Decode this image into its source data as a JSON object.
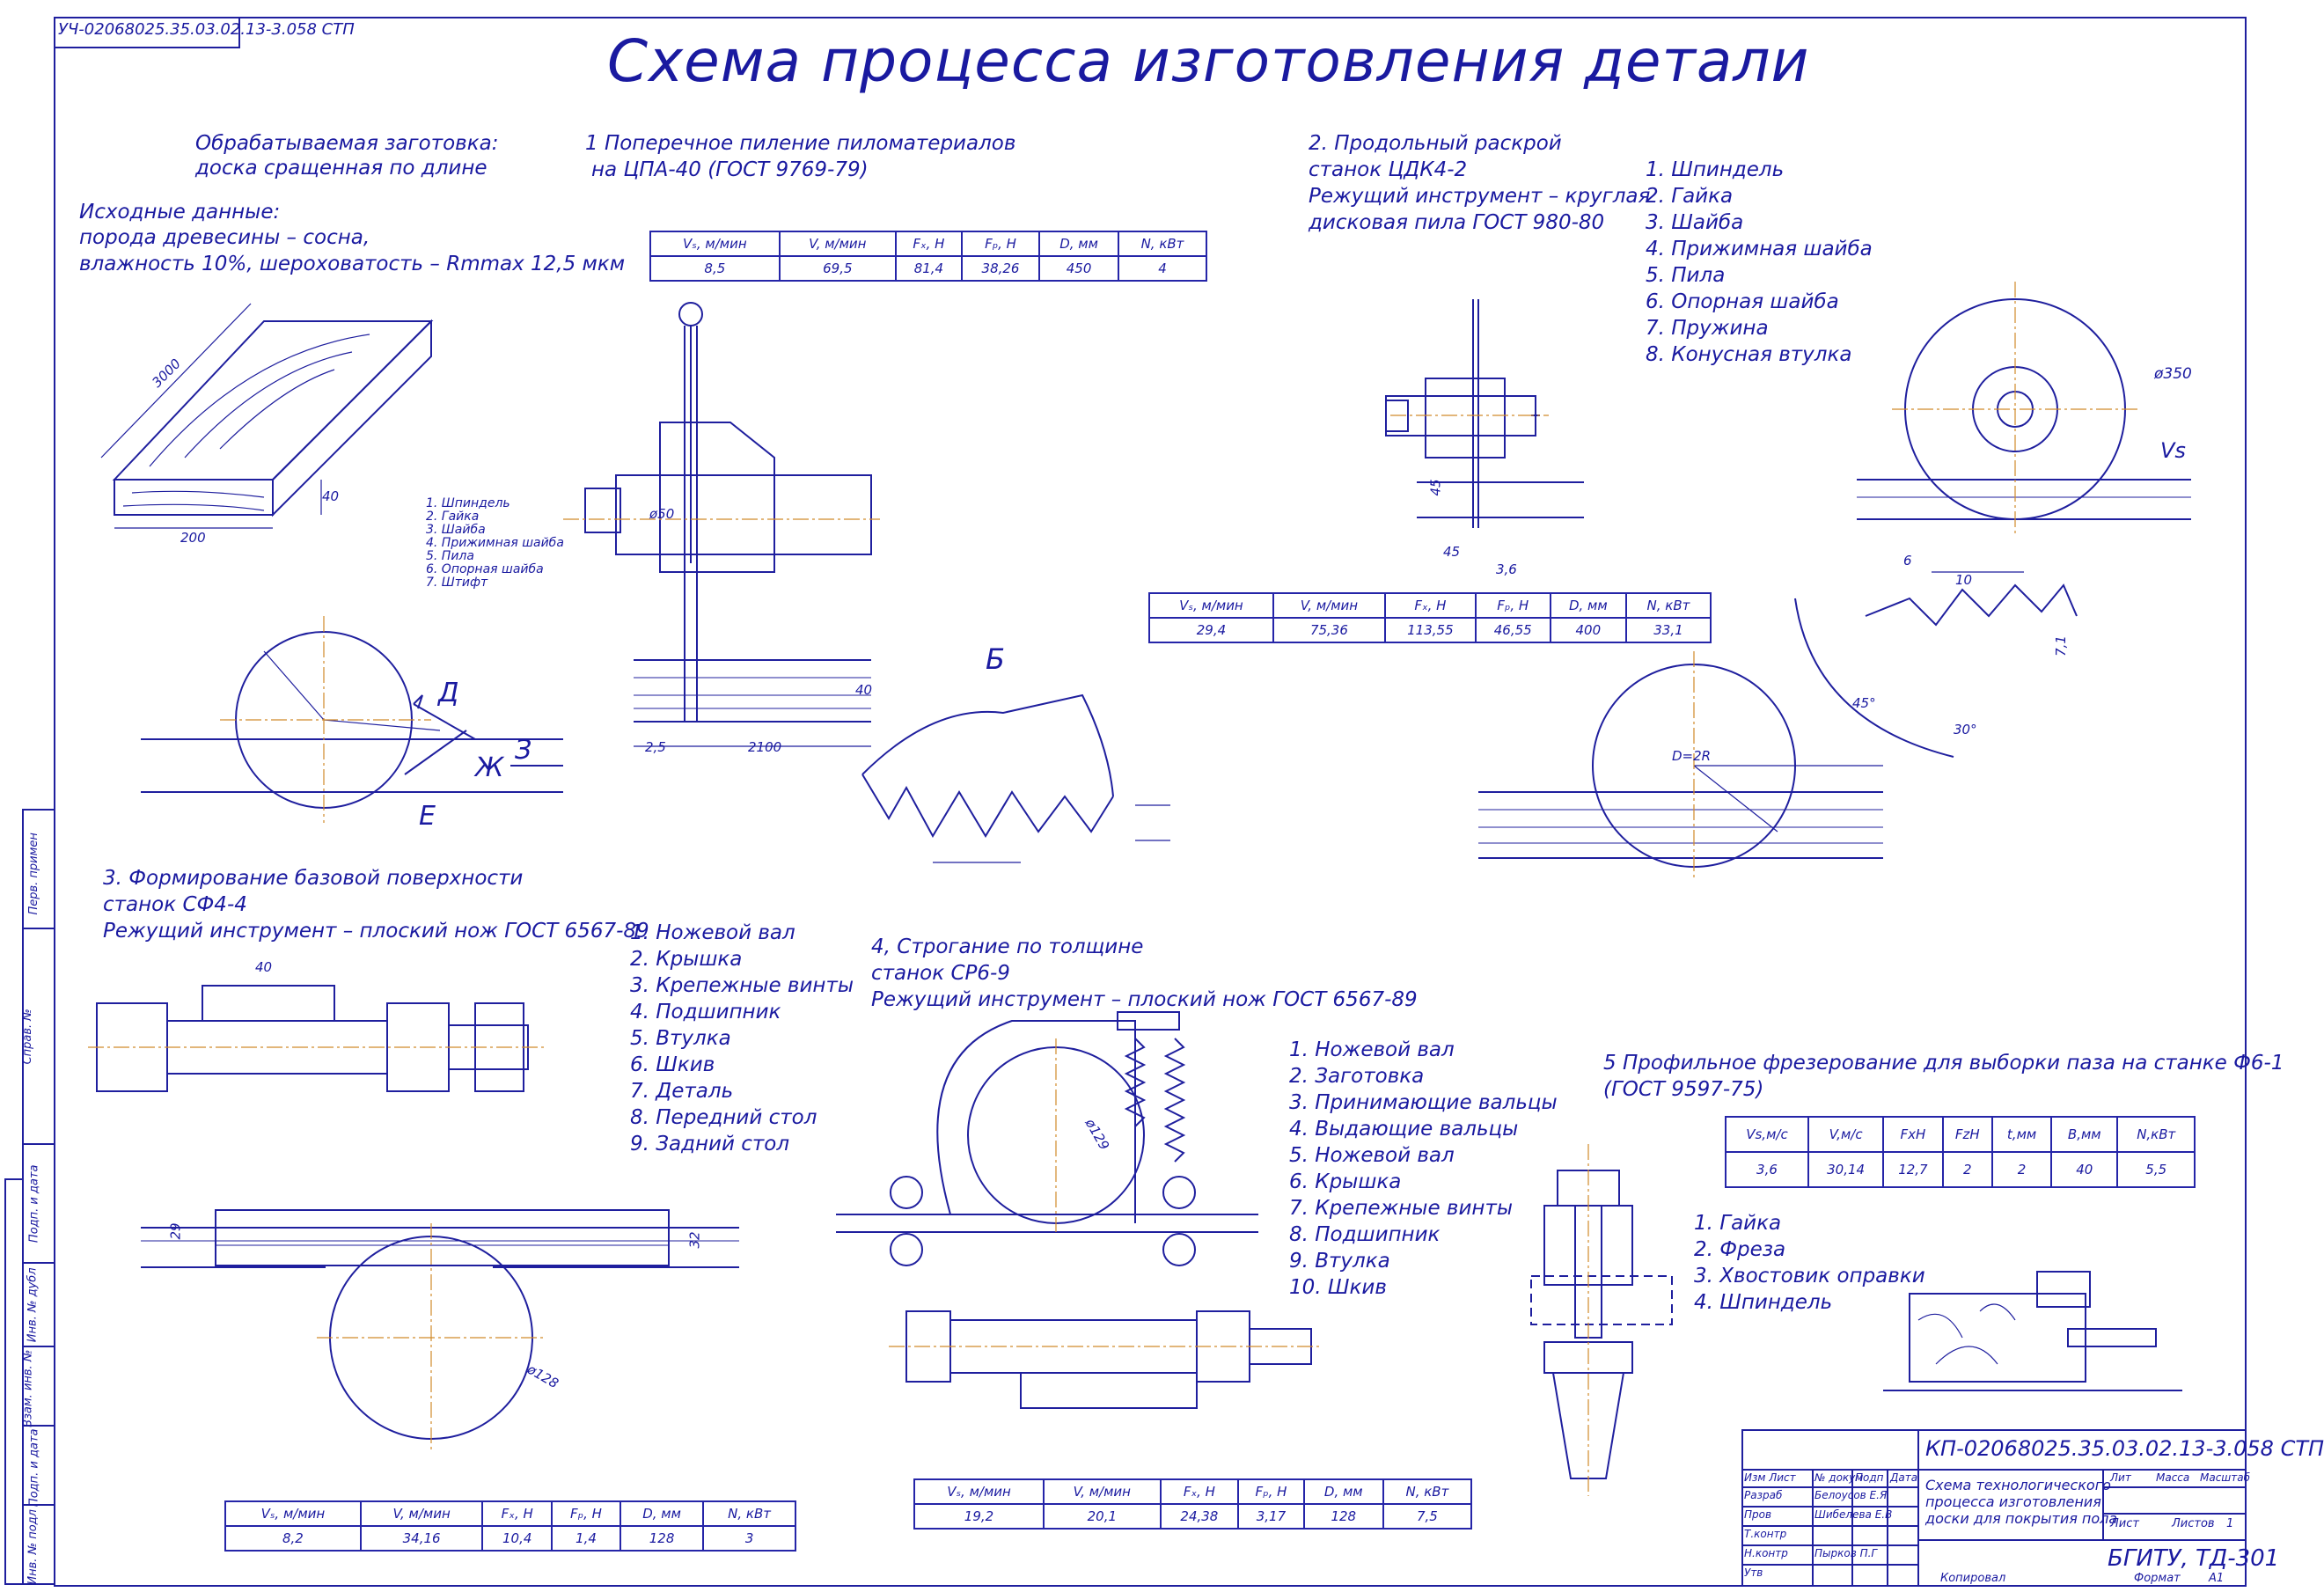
{
  "stamp": "УЧ-02068025.35.03.02.13-3.058 СТП",
  "title": "Схема процесса изготовления детали",
  "blank": {
    "line1": "Обрабатываемая заготовка:",
    "line2": "доска сращенная по длине",
    "initial1": "Исходные данные:",
    "initial2": "порода древесины – сосна,",
    "initial3": "влажность 10%, шероховатость – Rmmax 12,5 мкм",
    "dim_length": "3000",
    "dim_width": "200",
    "dim_height": "40"
  },
  "op1": {
    "heading1": "1 Поперечное пиление пиломатериалов",
    "heading2": "на ЦПА-40 (ГОСТ 9769-79)",
    "table_headers": [
      "Vₛ, м/мин",
      "V, м/мин",
      "Fₓ, Н",
      "Fₚ, Н",
      "D, мм",
      "N, кВт"
    ],
    "table_values": [
      "8,5",
      "69,5",
      "81,4",
      "38,26",
      "450",
      "4"
    ],
    "legend": [
      "1. Шпиндель",
      "2. Гайка",
      "3. Шайба",
      "4. Прижимная шайба",
      "5. Пила",
      "6. Опорная шайба",
      "7. Штифт"
    ],
    "view_label": "Б",
    "dims": [
      "2,5",
      "2100",
      "40",
      "ø50"
    ],
    "letters": [
      "Д",
      "З",
      "Ж",
      "Е"
    ]
  },
  "op2": {
    "heading1": "2. Продольный раскрой",
    "heading2": "станок ЦДК4-2",
    "heading3": "Режущий инструмент – круглая",
    "heading4": "дисковая пила ГОСТ 980-80",
    "legend": [
      "1. Шпиндель",
      "2. Гайка",
      "3. Шайба",
      "4. Прижимная шайба",
      "5. Пила",
      "6. Опорная шайба",
      "7. Пружина",
      "8. Конусная втулка"
    ],
    "table_headers": [
      "Vₛ, м/мин",
      "V, м/мин",
      "Fₓ, Н",
      "Fₚ, Н",
      "D, мм",
      "N, кВт"
    ],
    "table_values": [
      "29,4",
      "75,36",
      "113,55",
      "46,55",
      "400",
      "33,1"
    ],
    "dims": [
      "45",
      "45",
      "3,6",
      "ø350",
      "Vs",
      "6",
      "10",
      "7,1",
      "45°",
      "30°",
      "D=2R"
    ]
  },
  "op3": {
    "heading1": "3. Формирование базовой поверхности",
    "heading2": "станок СФ4-4",
    "heading3": "Режущий инструмент – плоский нож ГОСТ 6567-89",
    "legend": [
      "1. Ножевой вал",
      "2. Крышка",
      "3. Крепежные винты",
      "4. Подшипник",
      "5. Втулка",
      "6. Шкив",
      "7. Деталь",
      "8. Передний стол",
      "9. Задний стол"
    ],
    "table_headers": [
      "Vₛ, м/мин",
      "V, м/мин",
      "Fₓ, Н",
      "Fₚ, Н",
      "D, мм",
      "N, кВт"
    ],
    "table_values": [
      "8,2",
      "34,16",
      "10,4",
      "1,4",
      "128",
      "3"
    ],
    "dims": [
      "40",
      "29",
      "32",
      "ø128"
    ]
  },
  "op4": {
    "heading1": "4, Строгание по толщине",
    "heading2": "станок СР6-9",
    "heading3": "Режущий инструмент – плоский нож ГОСТ 6567-89",
    "legend": [
      "1. Ножевой вал",
      "2. Заготовка",
      "3. Принимающие вальцы",
      "4. Выдающие вальцы",
      "5. Ножевой вал",
      "6. Крышка",
      "7. Крепежные винты",
      "8. Подшипник",
      "9. Втулка",
      "10. Шкив"
    ],
    "table_headers": [
      "Vₛ, м/мин",
      "V, м/мин",
      "Fₓ, Н",
      "Fₚ, Н",
      "D, мм",
      "N, кВт"
    ],
    "table_values": [
      "19,2",
      "20,1",
      "24,38",
      "3,17",
      "128",
      "7,5"
    ],
    "dims": [
      "ø129"
    ]
  },
  "op5": {
    "heading1": "5 Профильное фрезерование для выборки паза на станке Ф6-1",
    "heading2": "(ГОСТ 9597-75)",
    "table_headers": [
      "Vs,м/с",
      "V,м/с",
      "FxH",
      "FzH",
      "t,мм",
      "B,мм",
      "N,кВт"
    ],
    "table_values": [
      "3,6",
      "30,14",
      "12,7",
      "2",
      "2",
      "40",
      "5,5"
    ],
    "legend": [
      "1. Гайка",
      "2. Фреза",
      "3. Хвостовик оправки",
      "4. Шпиндель"
    ]
  },
  "titleblock": {
    "code": "КП-02068025.35.03.02.13-3.058 СТП",
    "name1": "Схема технологического",
    "name2": "процесса изготовления",
    "name3": "доски для покрытия пола",
    "org": "БГИТУ, ТД-301",
    "lit": "Лит",
    "mass": "Масса",
    "scale": "Масштаб",
    "sheet": "Лист",
    "sheets": "Листов",
    "sheets_val": "1",
    "roles": [
      "Изм Лист",
      "Разраб",
      "Пров",
      "Т.контр",
      "Н.контр",
      "Утв"
    ],
    "doc_headers": [
      "№ докум",
      "Подп",
      "Дата"
    ],
    "names": [
      "Белоусов Е.Я",
      "Шибелева Е.В",
      "Пырков П.Г"
    ],
    "copied": "Копировал",
    "format_label": "Формат",
    "format_val": "А1"
  },
  "side_labels": [
    "Перв. примен",
    "Справ. №",
    "Подп. и дата",
    "Инв. № дубл",
    "Взам. инв. №",
    "Подп. и дата",
    "Инв. № подл"
  ]
}
